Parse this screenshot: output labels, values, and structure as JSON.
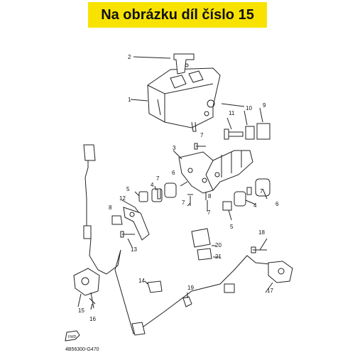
{
  "banner": {
    "title": "Na obrázku díl číslo 15",
    "color": "#f8e300"
  },
  "diagram": {
    "code": "4B56300-G470",
    "fwd_mark": "FWD",
    "callouts": [
      "1",
      "2",
      "3",
      "4",
      "4",
      "5",
      "5",
      "6",
      "6",
      "7",
      "7",
      "7",
      "7",
      "7",
      "8",
      "8",
      "9",
      "10",
      "11",
      "12",
      "13",
      "14",
      "15",
      "16",
      "17",
      "18",
      "19",
      "20",
      "21"
    ]
  }
}
